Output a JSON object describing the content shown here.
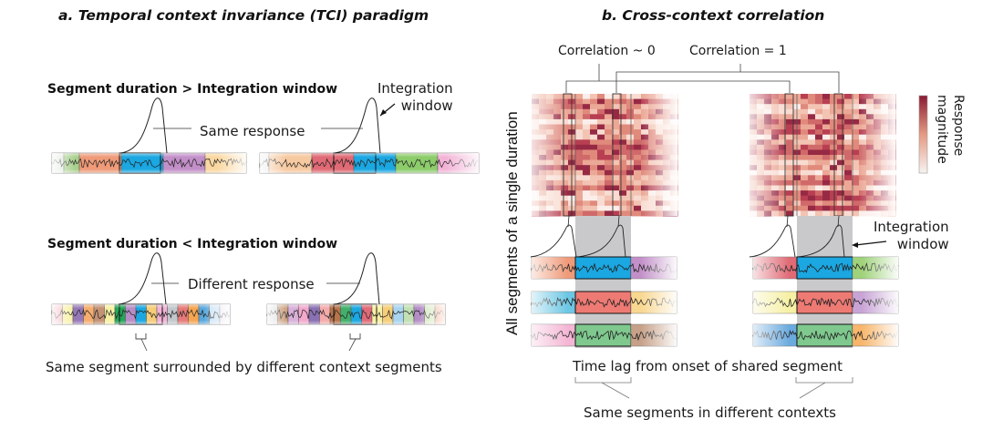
{
  "panel_a": {
    "title": "a. Temporal context invariance (TCI) paradigm",
    "case_long": {
      "heading": "Segment duration > Integration window",
      "response_label": "Same response",
      "window_label_line1": "Integration",
      "window_label_line2": "window",
      "left_sequence": [
        "#a8d08d",
        "#ef9a78",
        "#1ba7e1",
        "#c28fc8",
        "#fad7a0"
      ],
      "right_sequence": [
        "#f6c9a0",
        "#e06a75",
        "#1ba7e1",
        "#8ccc6a",
        "#f2b3d6"
      ]
    },
    "case_short": {
      "heading": "Segment duration < Integration window",
      "response_label": "Different response",
      "footnote": "Same segment surrounded by different context segments",
      "left_sequence": [
        "#f2b8c4",
        "#f8f0a4",
        "#9678b8",
        "#f6ad6e",
        "#c49275",
        "#f8f0a4",
        "#22a757",
        "#b88cc6",
        "#1ba7e1",
        "#f6cd78",
        "#f2b3d6",
        "#c2c7cc",
        "#e67a78",
        "#f6a552",
        "#58a7dc",
        "#c8e1f4",
        "#e9e4f0"
      ],
      "right_sequence": [
        "#dcdcdc",
        "#c89a78",
        "#d9b0d9",
        "#f2a9cc",
        "#8a70b4",
        "#f4aaaa",
        "#b8744a",
        "#42b06a",
        "#1ba7e1",
        "#e06a78",
        "#f8f0a4",
        "#f6cd78",
        "#a8d4f0",
        "#c2e0b4",
        "#b48cc6",
        "#d6e8c0",
        "#f2a98a"
      ]
    }
  },
  "panel_b": {
    "title": "b. Cross-context correlation",
    "corr_zero_label": "Correlation ~ 0",
    "corr_one_label": "Correlation = 1",
    "y_axis_label": "All segments of a single duration",
    "colorbar_label_line1": "Response",
    "colorbar_label_line2": "magnitude",
    "colorbar_colors": [
      "#8b1a32",
      "#f5f0ee"
    ],
    "window_label_line1": "Integration",
    "window_label_line2": "window",
    "x_axis_label": "Time lag from onset of shared segment",
    "bottom_label": "Same segments in different contexts",
    "left_rows": [
      [
        "#ef9a78",
        "#1ba7e1",
        "#c28fc8"
      ],
      [
        "#6cc7e4",
        "#ee7a74",
        "#f8d790"
      ],
      [
        "#f4b6d4",
        "#7fc98e",
        "#c6a088"
      ]
    ],
    "right_rows": [
      [
        "#e06a75",
        "#1ba7e1",
        "#9fd27a"
      ],
      [
        "#f6f0a4",
        "#ee7a74",
        "#c8a4d6"
      ],
      [
        "#6aaade",
        "#7fc98e",
        "#f8b66c"
      ]
    ]
  }
}
